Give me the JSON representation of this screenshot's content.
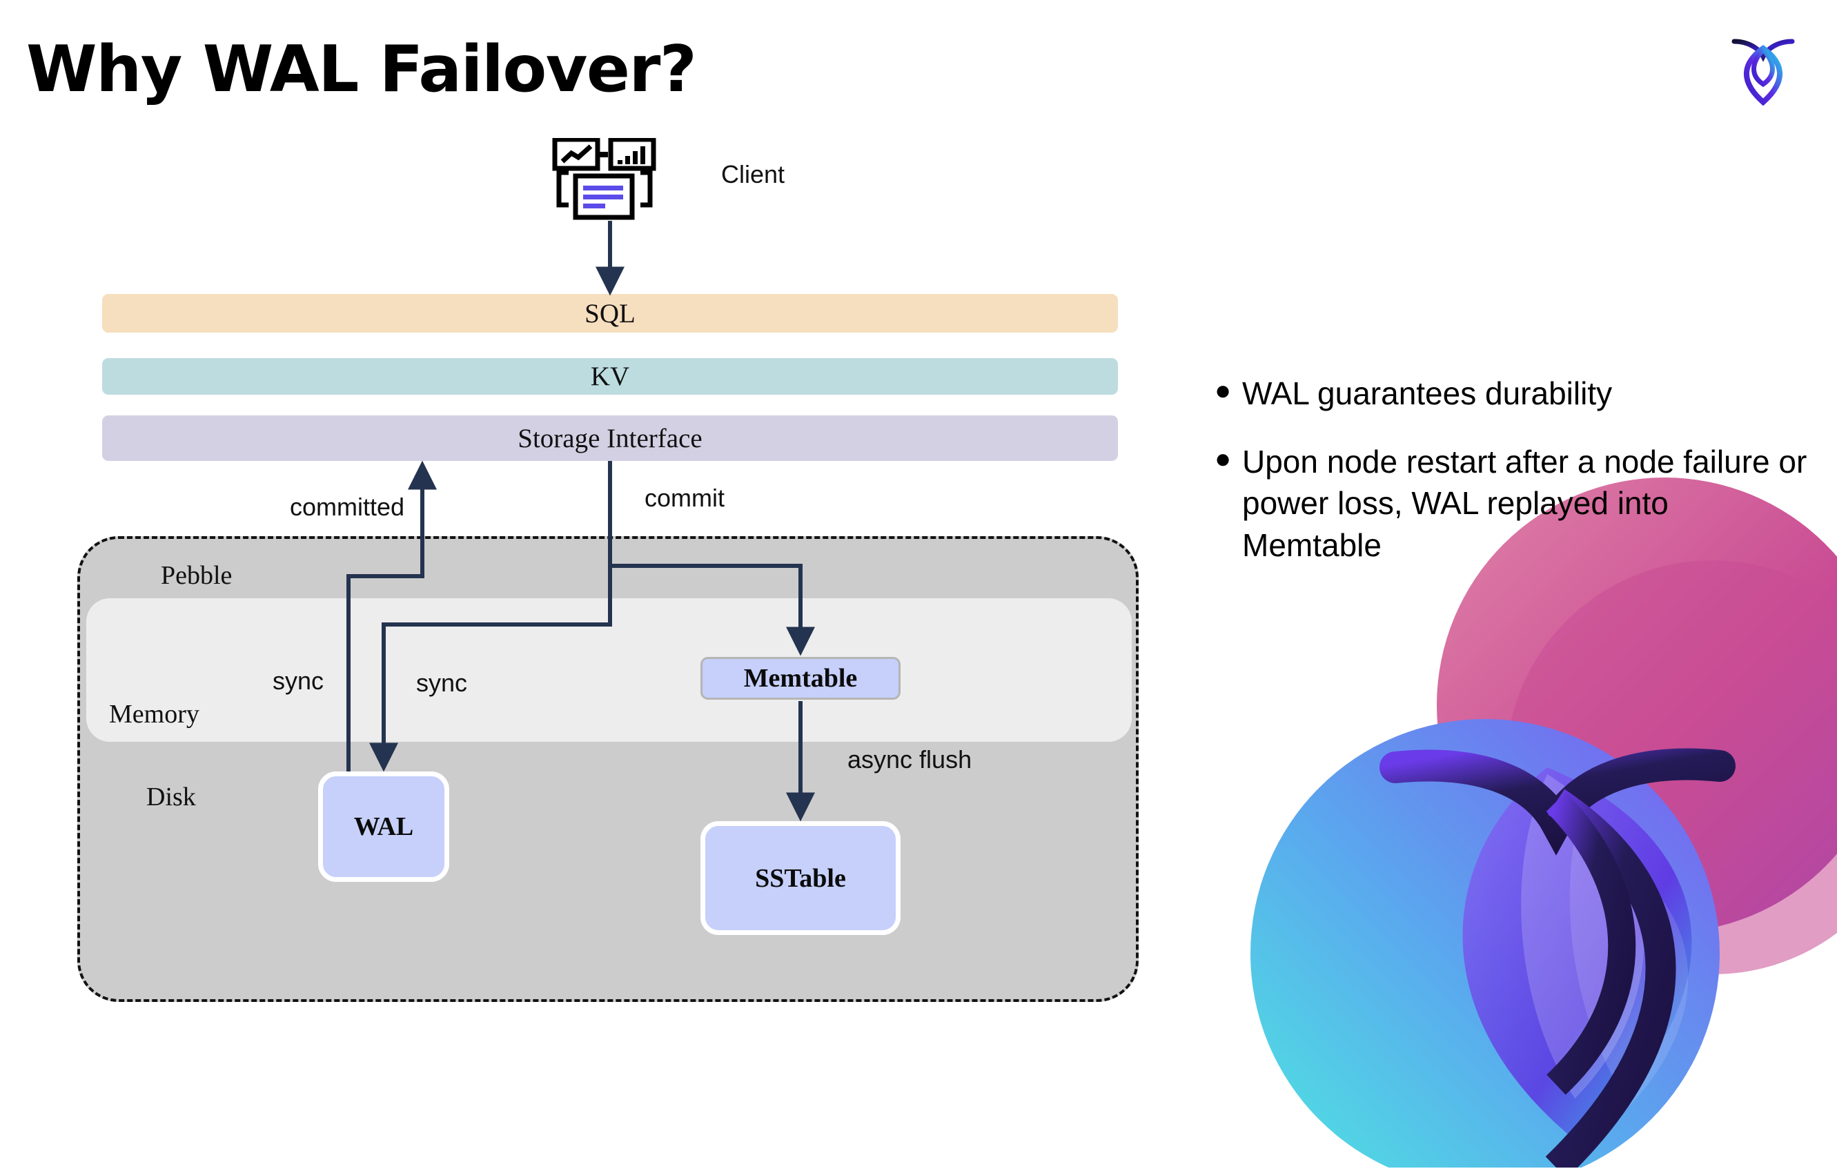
{
  "slide": {
    "title": "Why WAL Failover?"
  },
  "brand": {
    "logo_icon": "cockroach-logo-icon",
    "watermark_icon": "cockroach-watermark-icon",
    "gradient_colors": [
      "#8E24F0",
      "#3C2BD6",
      "#1FD9E8",
      "#E0679E",
      "#C03C8D"
    ]
  },
  "diagram": {
    "client": {
      "label": "Client",
      "icon": "client-workstation-icon",
      "accent_color": "#5B4BE8"
    },
    "layers": [
      {
        "id": "sql",
        "label": "SQL",
        "color": "#F6DFBE"
      },
      {
        "id": "kv",
        "label": "KV",
        "color": "#BCDCE0"
      },
      {
        "id": "storage",
        "label": "Storage Interface",
        "color": "#D4D0E4"
      }
    ],
    "zones": [
      {
        "id": "pebble",
        "label": "Pebble",
        "color": "#CCCCCC"
      },
      {
        "id": "memory",
        "label": "Memory",
        "color": "#EDEDED"
      },
      {
        "id": "disk",
        "label": "Disk",
        "color": "#CCCCCC"
      }
    ],
    "nodes": [
      {
        "id": "memtable",
        "label": "Memtable",
        "color": "#C6D0FB",
        "border": "#B5B5B5"
      },
      {
        "id": "wal",
        "label": "WAL",
        "color": "#C6D0FB",
        "border": "#FFFFFF"
      },
      {
        "id": "sstable",
        "label": "SSTable",
        "color": "#C6D0FB",
        "border": "#FFFFFF"
      }
    ],
    "edges": [
      {
        "id": "client-to-sql",
        "label": ""
      },
      {
        "id": "committed",
        "label": "committed"
      },
      {
        "id": "commit",
        "label": "commit"
      },
      {
        "id": "sync-left",
        "label": "sync"
      },
      {
        "id": "sync-right",
        "label": "sync"
      },
      {
        "id": "async-flush",
        "label": "async flush"
      }
    ],
    "edge_color": "#24334F"
  },
  "bullets": [
    {
      "marker": "●",
      "text": "WAL guarantees durability"
    },
    {
      "marker": "●",
      "text": "Upon node restart after a node failure or power loss, WAL replayed into Memtable"
    }
  ]
}
